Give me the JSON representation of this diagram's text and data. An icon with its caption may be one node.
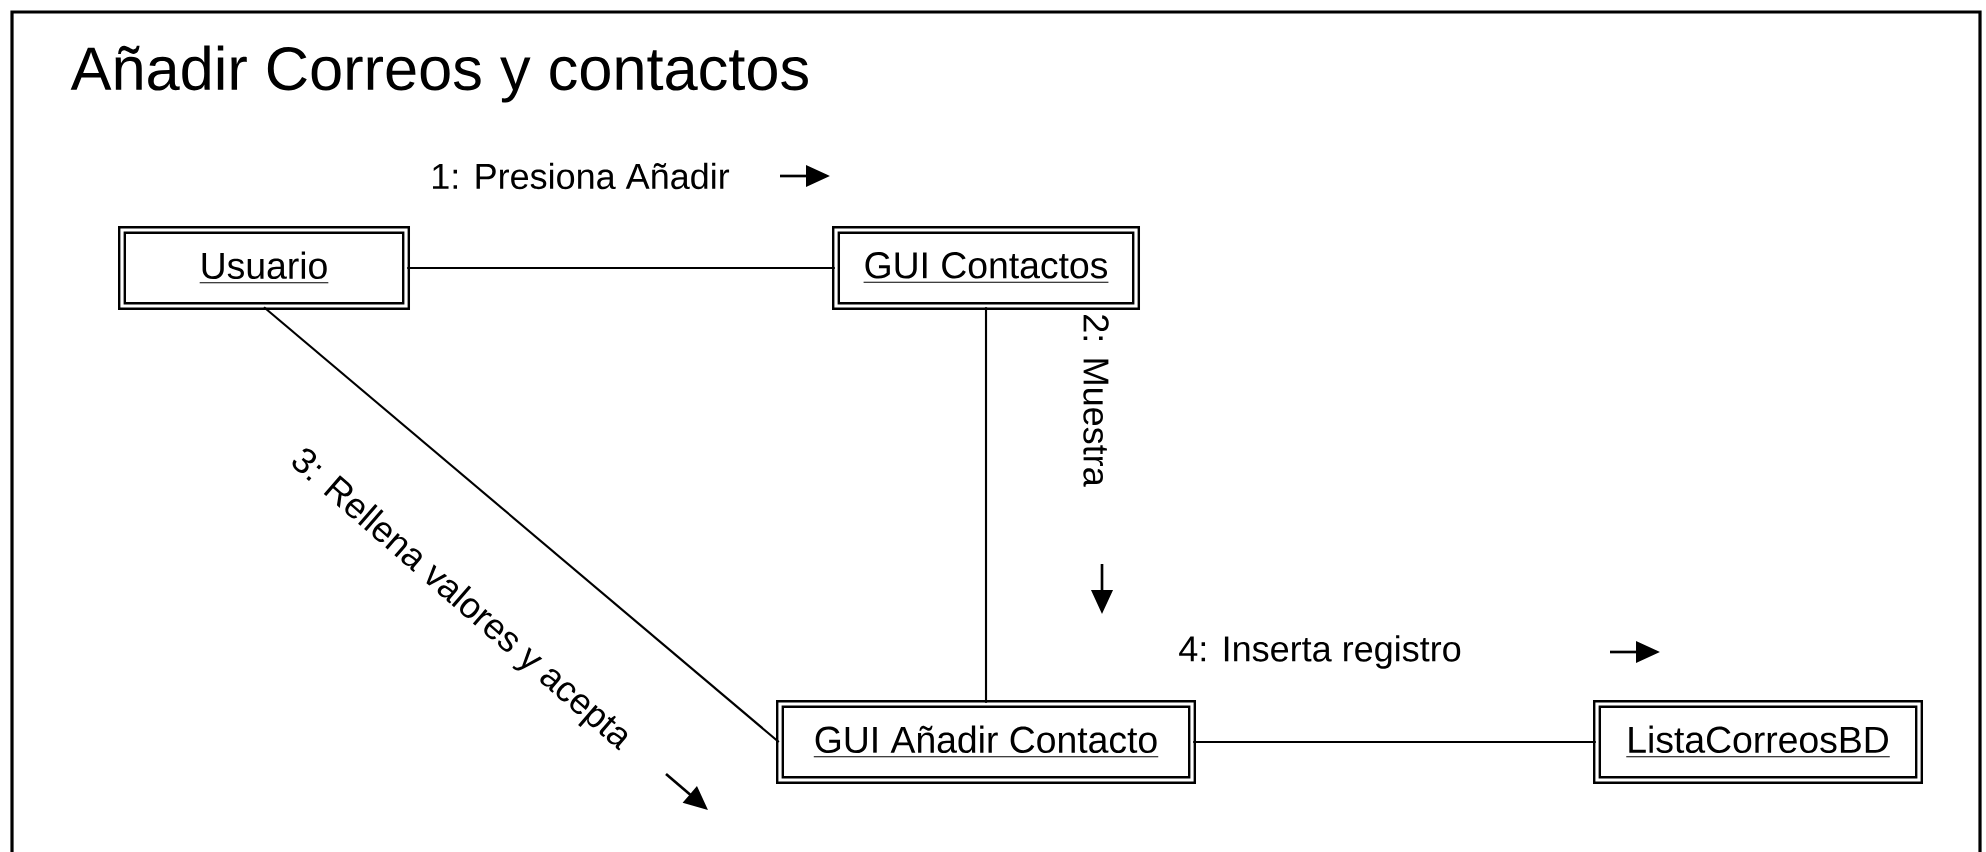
{
  "diagram": {
    "title": "Añadir Correos y contactos",
    "nodes": [
      {
        "text": [
          "Usuario"
        ]
      },
      {
        "text": [
          "GUI Contactos"
        ]
      },
      {
        "text": [
          "GUI Añadir Contacto"
        ]
      },
      {
        "text": [
          "ListaCorreosBD"
        ]
      }
    ],
    "edges": [
      {
        "from": 0,
        "to": 1,
        "arrow": "none",
        "label": "1: Presiona Añadir"
      },
      {
        "from": 1,
        "to": 2,
        "arrow": "none",
        "label": "2: Muestra"
      },
      {
        "from": 0,
        "to": 2,
        "arrow": "none",
        "label": "3: Rellena valores y acepta"
      },
      {
        "from": 2,
        "to": 3,
        "arrow": "none",
        "label": "4: Inserta registro"
      }
    ]
  }
}
